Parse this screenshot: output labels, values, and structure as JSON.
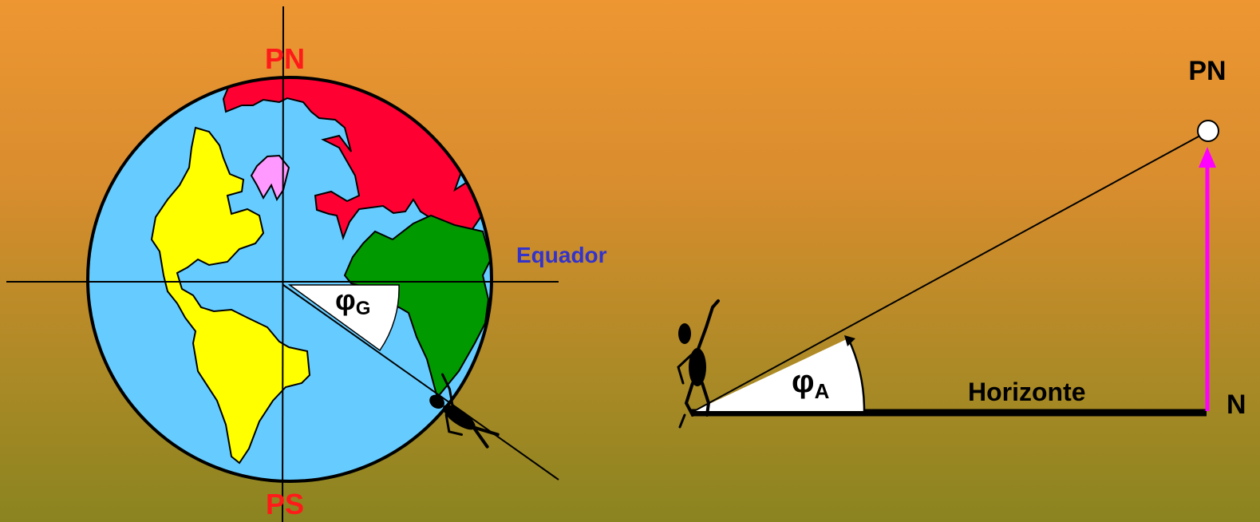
{
  "globe": {
    "north_pole_label": "PN",
    "south_pole_label": "PS",
    "equator_label": "Equador",
    "angle_symbol": "φ",
    "angle_subscript": "G"
  },
  "horizon": {
    "pole_label": "PN",
    "north_label": "N",
    "horizon_label": "Horizonte",
    "angle_symbol": "φ",
    "angle_subscript": "A"
  },
  "colors": {
    "ocean": "#66ccff",
    "north_land": "#ff0033",
    "america": "#ffff00",
    "africa": "#009900",
    "greenland": "#ff99ff",
    "pole_text": "#ff1a1a",
    "equator_text": "#3333cc",
    "pole_arrow": "#ff00ff"
  }
}
